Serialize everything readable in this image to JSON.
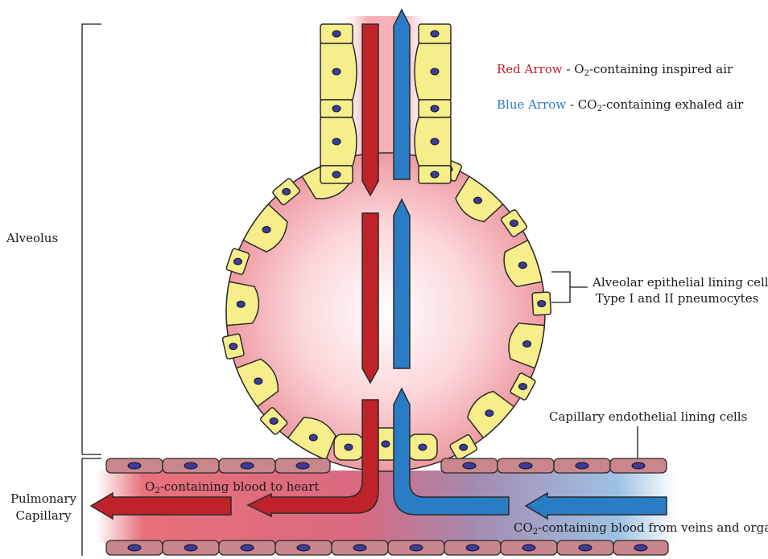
{
  "labels": {
    "alveolus": "Alveolus",
    "pulmonary_capillary_line1": "Pulmonary",
    "pulmonary_capillary_line2": "Capillary",
    "epithelial_line1": "Alveolar epithelial lining cells:",
    "epithelial_line2": "Type I and II pneumocytes",
    "endothelial": "Capillary endothelial lining cells"
  },
  "legend": {
    "red_key": "Red Arrow",
    "red_text_pre": " - O",
    "red_text_sub": "2",
    "red_text_post": "-containing inspired air",
    "blue_key": "Blue Arrow",
    "blue_text_pre": " - CO",
    "blue_text_sub": "2",
    "blue_text_post": "-containing exhaled air"
  },
  "flows": {
    "to_heart_pre": "O",
    "to_heart_sub": "2",
    "to_heart_post": "-containing blood to heart",
    "from_veins_pre": "CO",
    "from_veins_sub": "2",
    "from_veins_post": "-containing blood from veins and organs"
  },
  "colors": {
    "red_arrow": "#c0222a",
    "blue_arrow": "#2a7cc4",
    "epithelial_cell": "#f6ee8a",
    "cell_nucleus": "#3b3b9c",
    "endothelial_cell": "#c9868c",
    "alveolus_fill": "#f2a7ae"
  }
}
